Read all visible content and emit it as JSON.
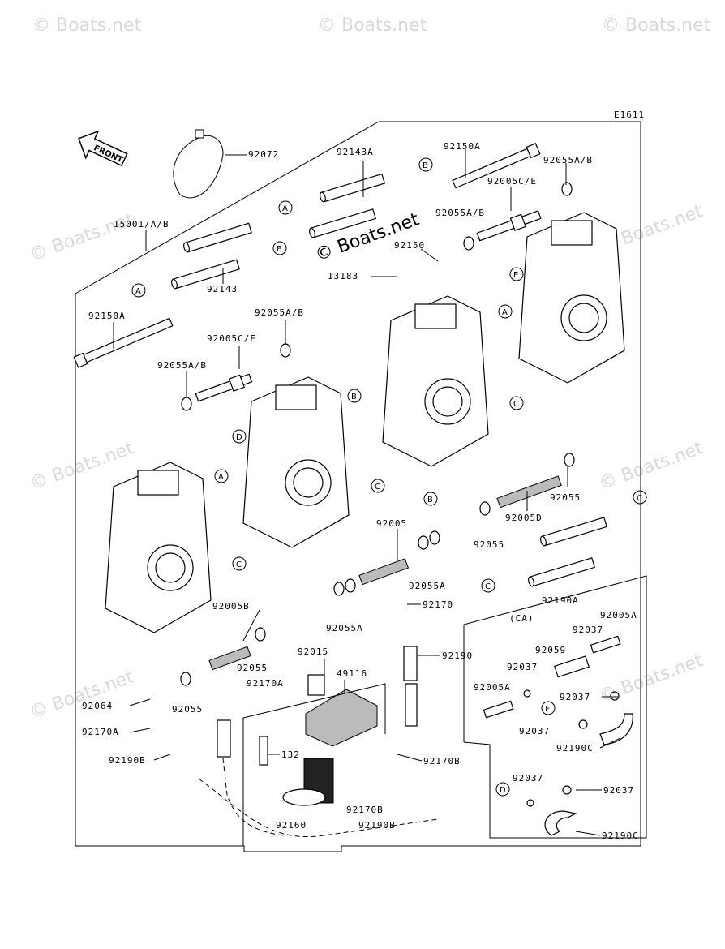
{
  "watermark": "© Boats.net",
  "diagram_code": "E1611",
  "front_label": "FRONT",
  "assembly_label": "(CA)",
  "part_labels": {
    "p92072": "92072",
    "p92143A": "92143A",
    "p92150A_top": "92150A",
    "p92055AB_top": "92055A/B",
    "p92005CE_top": "92005C/E",
    "p92055AB_mid": "92055A/B",
    "p15001": "15001/A/B",
    "p92150": "92150",
    "p13183": "13183",
    "p92143": "92143",
    "p92150A_left": "92150A",
    "p92055AB_left1": "92055A/B",
    "p92005CE_left": "92005C/E",
    "p92055AB_left2": "92055A/B",
    "p92005": "92005",
    "p92055_r1": "92055",
    "p92005D": "92005D",
    "p92055_r2": "92055",
    "p92055A_1": "92055A",
    "p92170": "92170",
    "p92055A_2": "92055A",
    "p92190A": "92190A",
    "p92005B": "92005B",
    "p92055_l": "92055",
    "p92170A_1": "92170A",
    "p92055_l2": "92055",
    "p92015": "92015",
    "p49116": "49116",
    "p92190": "92190",
    "p92064": "92064",
    "p92170A_2": "92170A",
    "p92190B_1": "92190B",
    "p132": "132",
    "p92170B_1": "92170B",
    "p92170B_2": "92170B",
    "p92160": "92160",
    "p92190B_2": "92190B",
    "p92005A_1": "92005A",
    "p92037_1": "92037",
    "p92059": "92059",
    "p92037_2": "92037",
    "p92005A_2": "92005A",
    "p92037_3": "92037",
    "p92037_4": "92037",
    "p92190C_1": "92190C",
    "p92037_5": "92037",
    "p92037_6": "92037",
    "p92190C_2": "92190C"
  },
  "callouts": {
    "A": "A",
    "B": "B",
    "C": "C",
    "D": "D",
    "E": "E"
  }
}
